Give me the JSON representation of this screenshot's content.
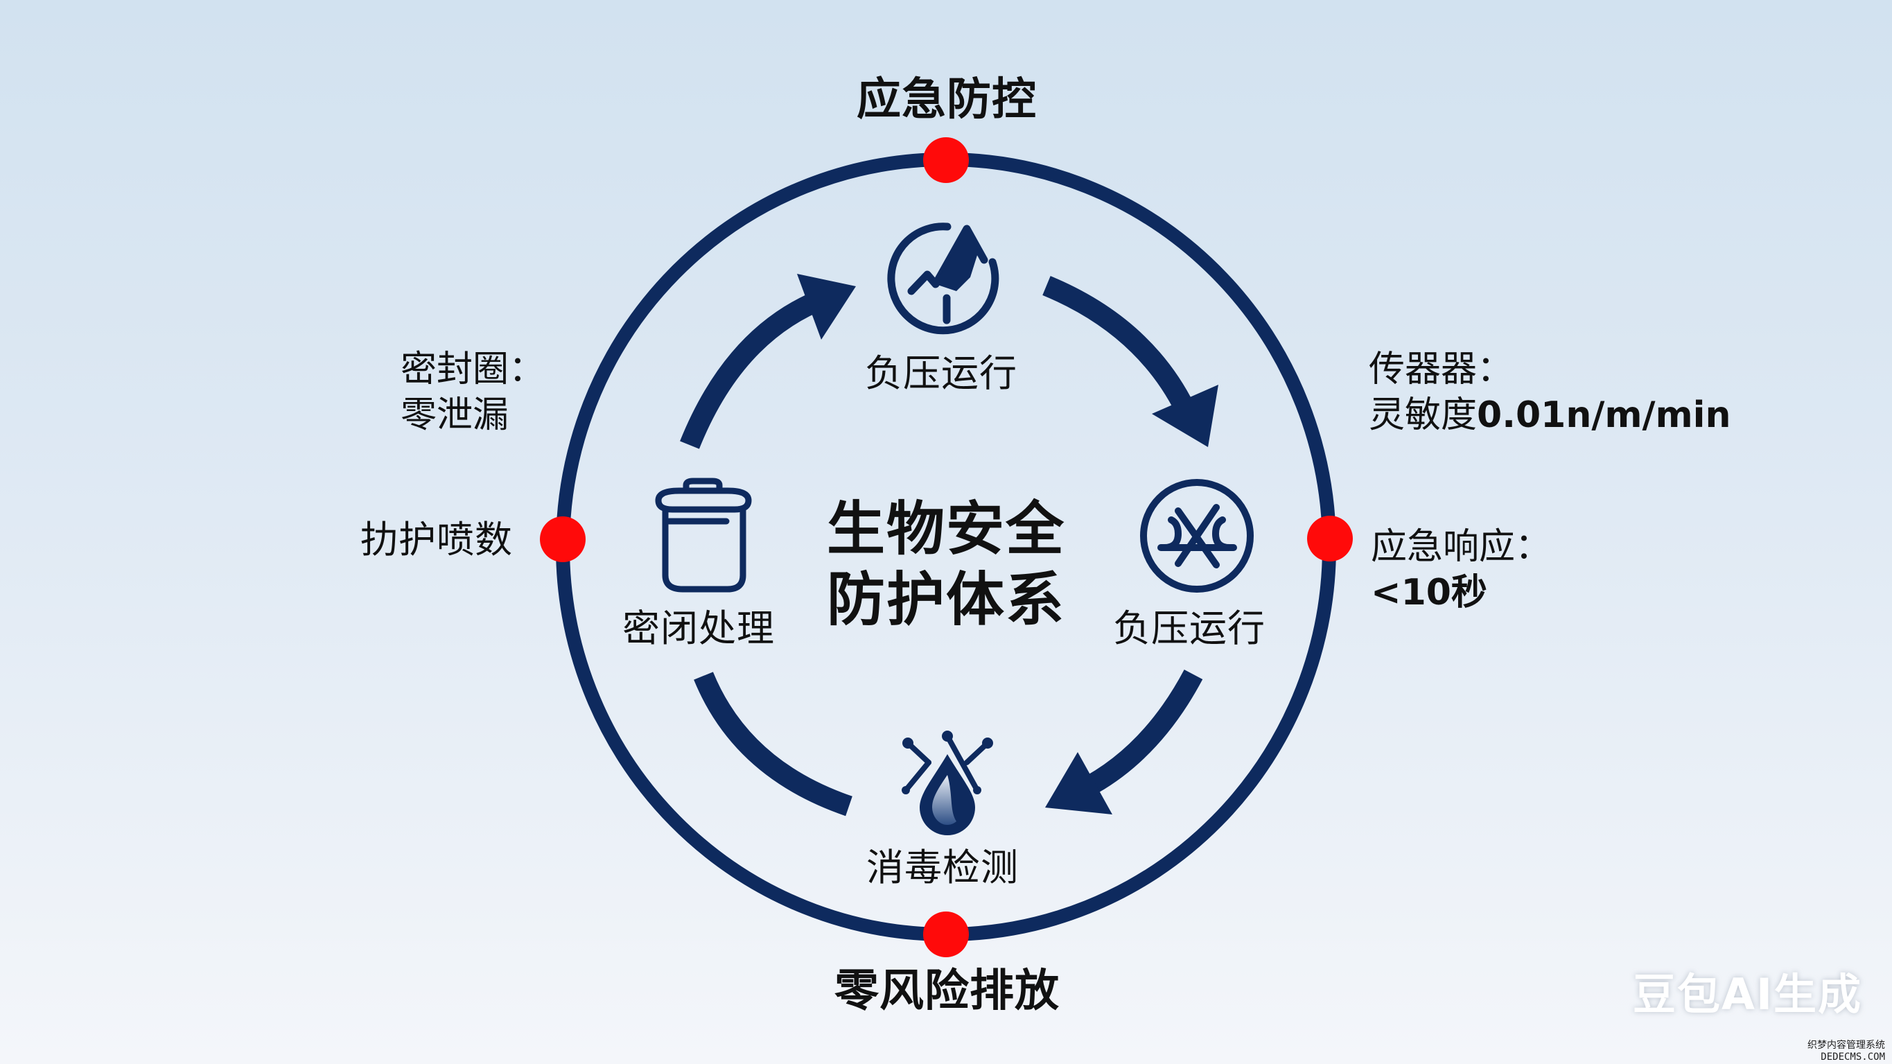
{
  "diagram": {
    "center_title": [
      "生物安全",
      "防护体系"
    ],
    "ring_nodes": {
      "top": "应急防控",
      "bottom": "零风险排放",
      "left": "扐护喷数",
      "right_note": [
        "应急响应：",
        "<10秒"
      ]
    },
    "side_notes": {
      "left_upper": [
        "密封圈：",
        "零泄漏"
      ],
      "right_upper": [
        "传器器：",
        "灵敏度",
        "0.01n/m/min"
      ]
    },
    "stages": [
      {
        "label": "负压运行",
        "icon": "mountain-drop-icon"
      },
      {
        "label": "负压运行",
        "icon": "crossed-fan-icon"
      },
      {
        "label": "消毒检测",
        "icon": "drop-antenna-icon"
      },
      {
        "label": "密闭处理",
        "icon": "sealed-bin-icon"
      }
    ],
    "colors": {
      "ring": "#0e2a5e",
      "marker": "#ff0a0a",
      "text": "#111111"
    }
  },
  "watermark": {
    "main": "豆包AI生成",
    "small_line1": "织梦内容管理系统",
    "small_line2": "DEDECMS.COM"
  }
}
